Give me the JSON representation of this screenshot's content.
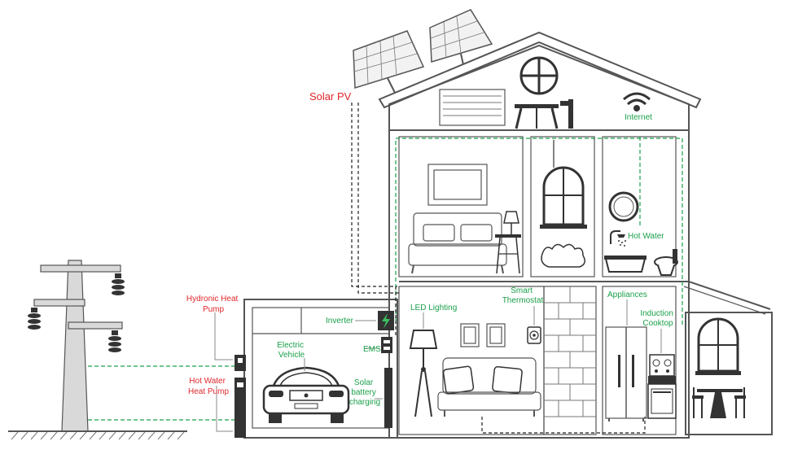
{
  "labels": {
    "solar_pv": "Solar PV",
    "internet": "Internet",
    "hot_water": "Hot Water",
    "hydronic_heat_pump_1": "Hydronic Heat",
    "hydronic_heat_pump_2": "Pump",
    "inverter": "Inverter",
    "ems": "EMS",
    "electric_vehicle_1": "Electric",
    "electric_vehicle_2": "Vehicle",
    "hot_water_heat_pump_1": "Hot Water",
    "hot_water_heat_pump_2": "Heat Pump",
    "solar_battery_1": "Solar",
    "solar_battery_2": "battery",
    "solar_battery_3": "charging",
    "led_lighting": "LED Lighting",
    "smart_thermostat_1": "Smart",
    "smart_thermostat_2": "Thermostat",
    "appliances": "Appliances",
    "induction_cooktop_1": "Induction",
    "induction_cooktop_2": "Cooktop"
  },
  "colors": {
    "label_red": "#e0262b",
    "label_green": "#1aa04a",
    "line_gray": "#555555"
  }
}
